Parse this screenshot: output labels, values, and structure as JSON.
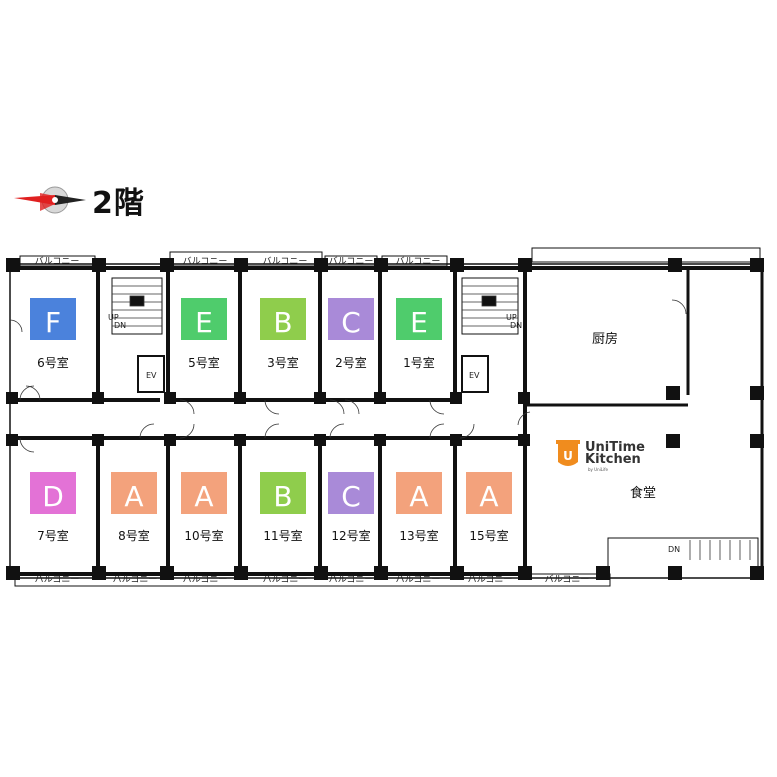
{
  "floor_label": "2階",
  "balcony_label": "バルコニー",
  "rooms": {
    "r6": "6号室",
    "r5": "5号室",
    "r3": "3号室",
    "r2": "2号室",
    "r1": "1号室",
    "r7": "7号室",
    "r8": "8号室",
    "r10": "10号室",
    "r11": "11号室",
    "r12": "12号室",
    "r13": "13号室",
    "r15": "15号室"
  },
  "types": {
    "r6": "F",
    "r5": "E",
    "r3": "B",
    "r2": "C",
    "r1": "E",
    "r7": "D",
    "r8": "A",
    "r10": "A",
    "r11": "B",
    "r12": "C",
    "r13": "A",
    "r15": "A"
  },
  "type_colors": {
    "A": "#f3a27c",
    "B": "#8fcd4c",
    "C": "#a98ad8",
    "D": "#e372d6",
    "E": "#4fcc6c",
    "F": "#4b82dc"
  },
  "kitchen_label": "厨房",
  "dining_label": "食堂",
  "ev_label": "EV",
  "stair_up": "UP",
  "stair_dn": "DN",
  "logo": {
    "line1": "UniTime",
    "line2": "Kitchen",
    "small": "by UniLife",
    "accent": "#f08c1e"
  }
}
